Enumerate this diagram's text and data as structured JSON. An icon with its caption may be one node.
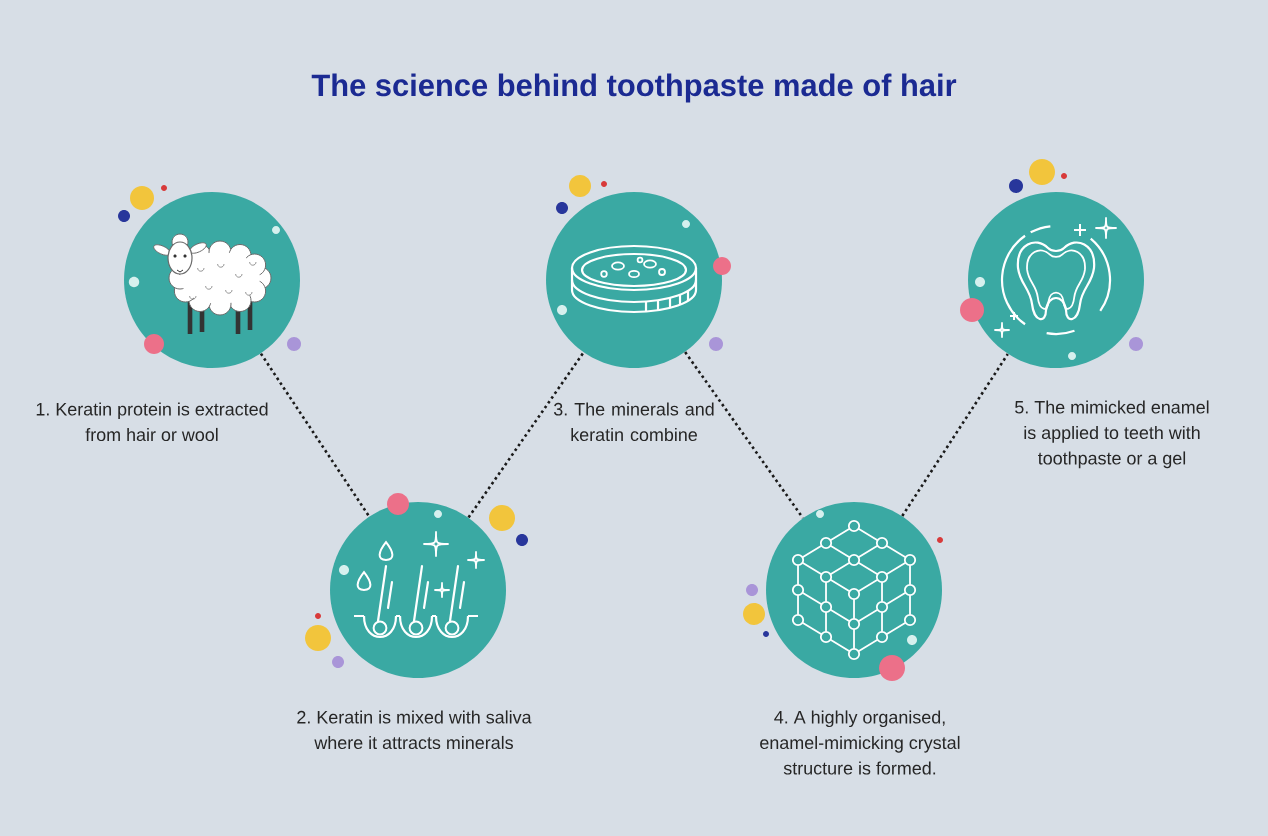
{
  "diagram": {
    "title": "The science behind toothpaste made of hair",
    "nodes": [
      {
        "text": [],
        "shape": "circle",
        "beside": [
          "1. Keratin protein is extracted from hair or wool"
        ]
      },
      {
        "text": [],
        "shape": "circle",
        "beside": [
          "2. Keratin is mixed with saliva where it attracts minerals"
        ]
      },
      {
        "text": [],
        "shape": "circle",
        "beside": [
          "3. The minerals and keratin combine"
        ]
      },
      {
        "text": [],
        "shape": "circle",
        "beside": [
          "4. A highly organised, enamel-mimicking crystal structure is formed."
        ]
      },
      {
        "text": [],
        "shape": "circle",
        "beside": [
          "5. The mimicked enamel is applied to teeth with toothpaste or a gel"
        ]
      }
    ],
    "edges": [
      {
        "from": 0,
        "to": 1,
        "arrow": "none"
      },
      {
        "from": 1,
        "to": 2,
        "arrow": "none"
      },
      {
        "from": 2,
        "to": 3,
        "arrow": "none"
      },
      {
        "from": 3,
        "to": 4,
        "arrow": "none"
      }
    ]
  }
}
